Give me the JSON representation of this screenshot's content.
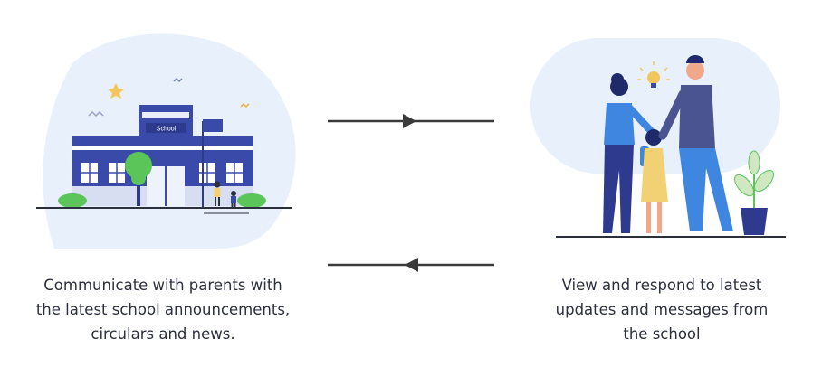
{
  "school": {
    "sign_text": "School",
    "caption_lines": [
      "Communicate with parents with",
      "the latest school announcements,",
      "circulars and news."
    ]
  },
  "family": {
    "caption_lines": [
      "View and respond to latest",
      "updates and messages from",
      "the school"
    ]
  },
  "colors": {
    "arrow": "#3a3a3a",
    "blob": "#e8f0fb",
    "navy": "#3a4aa8",
    "green": "#5cc55a",
    "text": "#2b2f3e"
  }
}
